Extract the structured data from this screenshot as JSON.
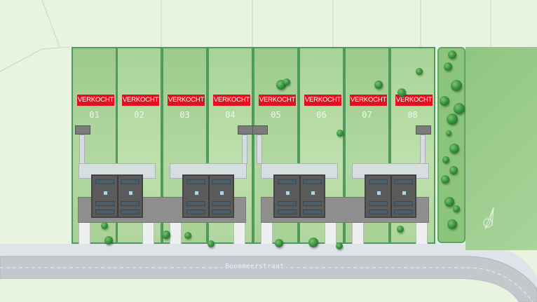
{
  "plots": [
    {
      "status": "VERKOCHT",
      "number": "01"
    },
    {
      "status": "VERKOCHT",
      "number": "02"
    },
    {
      "status": "VERKOCHT",
      "number": "03"
    },
    {
      "status": "VERKOCHT",
      "number": "04"
    },
    {
      "status": "VERKOCHT",
      "number": "05"
    },
    {
      "status": "VERKOCHT",
      "number": "06"
    },
    {
      "status": "VERKOCHT",
      "number": "07"
    },
    {
      "status": "VERKOCHT",
      "number": "08"
    }
  ],
  "street": {
    "name": "Boommeerstraat"
  },
  "colors": {
    "sold": "#e3101f",
    "plot_border": "#4f9a5c",
    "road": "#c3c8cc"
  },
  "compass_icon": "north-arrow-icon"
}
